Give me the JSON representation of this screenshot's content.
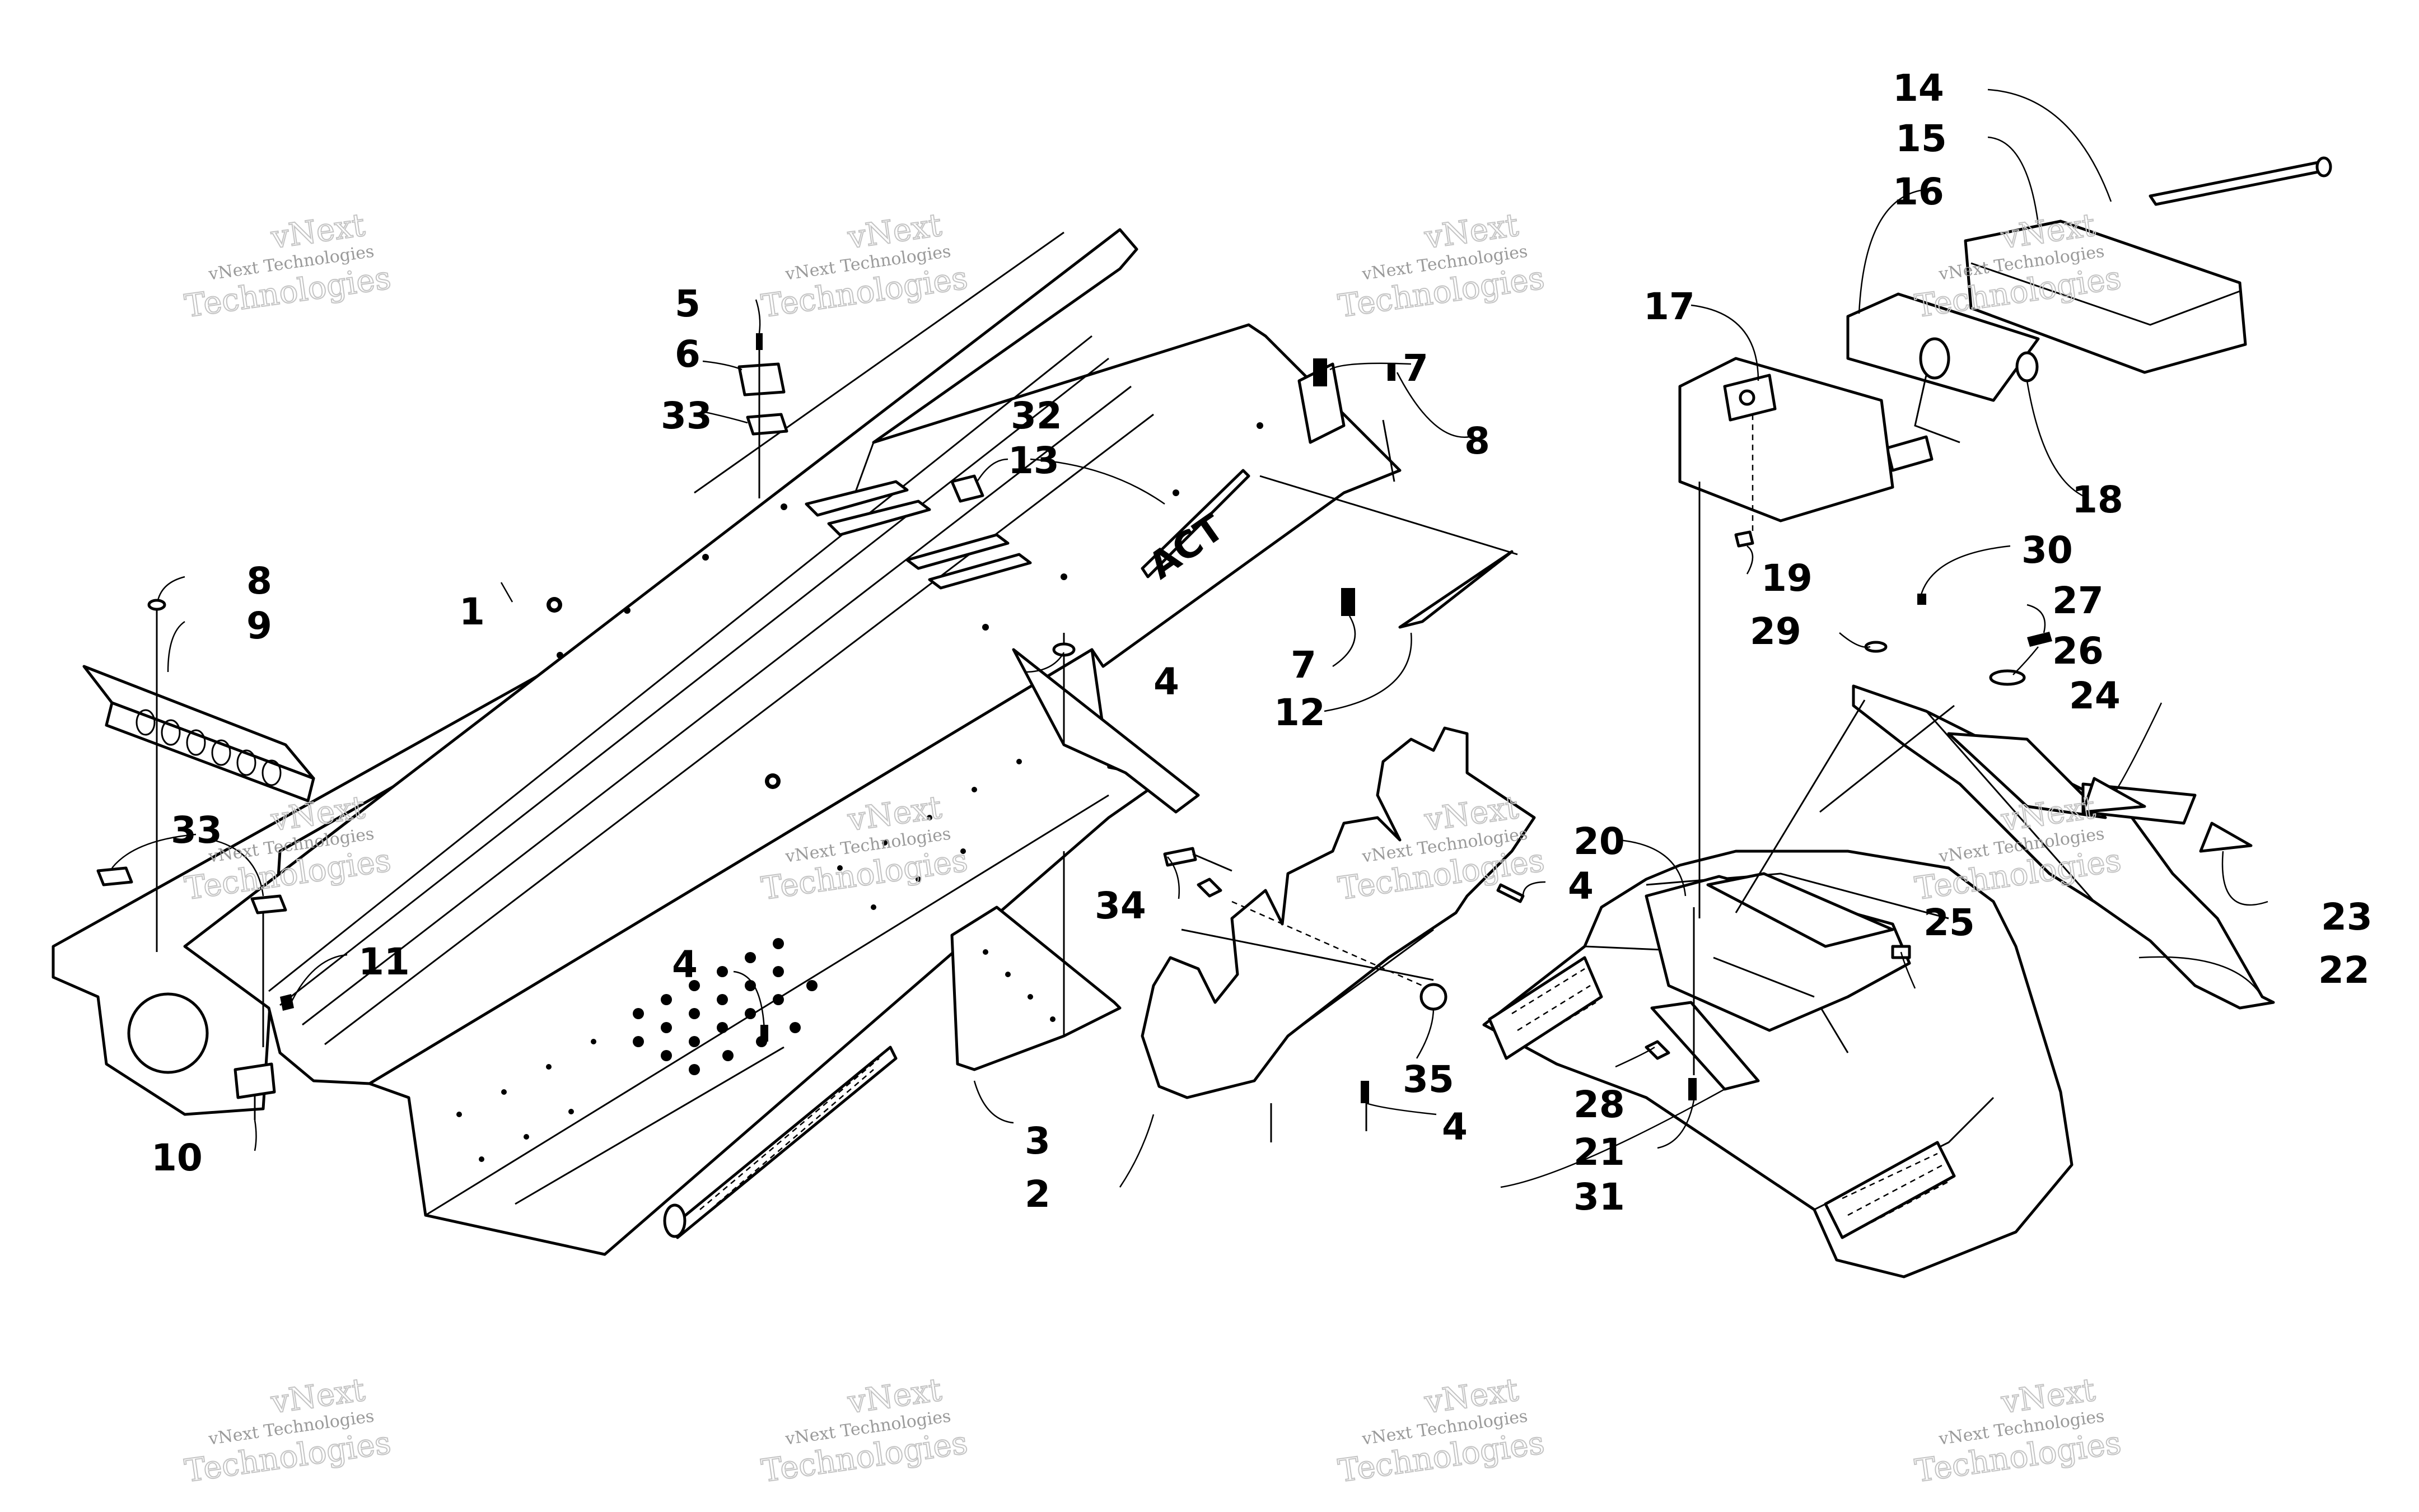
{
  "diagram": {
    "callouts": [
      {
        "id": "1",
        "label": "1"
      },
      {
        "id": "2",
        "label": "2"
      },
      {
        "id": "3",
        "label": "3"
      },
      {
        "id": "4a",
        "label": "4"
      },
      {
        "id": "4b",
        "label": "4"
      },
      {
        "id": "4c",
        "label": "4"
      },
      {
        "id": "4d",
        "label": "4"
      },
      {
        "id": "5",
        "label": "5"
      },
      {
        "id": "6",
        "label": "6"
      },
      {
        "id": "7a",
        "label": "7"
      },
      {
        "id": "7b",
        "label": "7"
      },
      {
        "id": "8a",
        "label": "8"
      },
      {
        "id": "8b",
        "label": "8"
      },
      {
        "id": "9",
        "label": "9"
      },
      {
        "id": "10",
        "label": "10"
      },
      {
        "id": "11",
        "label": "11"
      },
      {
        "id": "12",
        "label": "12"
      },
      {
        "id": "13",
        "label": "13"
      },
      {
        "id": "14",
        "label": "14"
      },
      {
        "id": "15",
        "label": "15"
      },
      {
        "id": "16",
        "label": "16"
      },
      {
        "id": "17",
        "label": "17"
      },
      {
        "id": "18",
        "label": "18"
      },
      {
        "id": "19",
        "label": "19"
      },
      {
        "id": "20",
        "label": "20"
      },
      {
        "id": "21",
        "label": "21"
      },
      {
        "id": "22",
        "label": "22"
      },
      {
        "id": "23",
        "label": "23"
      },
      {
        "id": "24",
        "label": "24"
      },
      {
        "id": "25",
        "label": "25"
      },
      {
        "id": "26",
        "label": "26"
      },
      {
        "id": "27",
        "label": "27"
      },
      {
        "id": "28",
        "label": "28"
      },
      {
        "id": "29",
        "label": "29"
      },
      {
        "id": "30",
        "label": "30"
      },
      {
        "id": "31",
        "label": "31"
      },
      {
        "id": "32",
        "label": "32"
      },
      {
        "id": "33a",
        "label": "33"
      },
      {
        "id": "33b",
        "label": "33"
      },
      {
        "id": "34",
        "label": "34"
      },
      {
        "id": "35",
        "label": "35"
      }
    ],
    "decal_text": "ACT",
    "watermark": {
      "line_small": "vNext Technologies",
      "line_big_1": "vNext",
      "line_big_2": "Technologies"
    }
  }
}
